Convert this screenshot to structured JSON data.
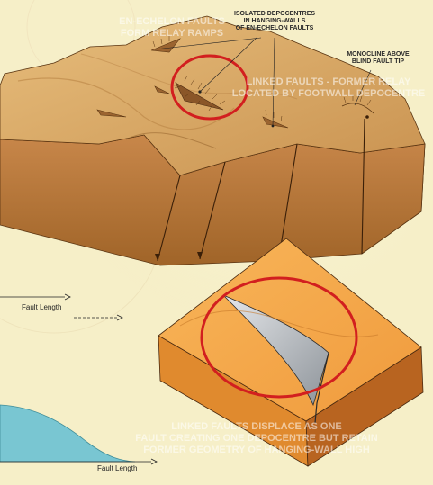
{
  "labels": {
    "isolated_depocentres": "ISOLATED DEPOCENTRES\nIN HANGING-WALLS\nOF EN-ECHELON FAULTS",
    "monocline": "MONOCLINE ABOVE\nBLIND FAULT TIP"
  },
  "ghost_labels": {
    "en_echelon": "EN-ECHELON FAULTS\nFORM RELAY RAMPS",
    "linked_faults_top": "LINKED FAULTS - FORMER RELAY\nLOCATED BY FOOTWALL DEPOCENTRE",
    "linked_faults_bottom": "LINKED FAULTS DISPLACE AS ONE\nFAULT CREATING ONE DEPOCENTRE BUT RETAIN\nFORMER GEOMETRY OF HANGING-WALL HIGH"
  },
  "axes": {
    "upper": "Fault Length",
    "lower": "Fault Length"
  },
  "colors": {
    "background": "#f6efc8",
    "block_top": "#dcae6a",
    "block_side_dark": "#a8692b",
    "small_block_top": "#f4a347",
    "small_block_side": "#c4691d",
    "fault_plane": "#bfc3c7",
    "highlight_circle": "#d21f1f",
    "profile_fill": "#79c6d2"
  }
}
